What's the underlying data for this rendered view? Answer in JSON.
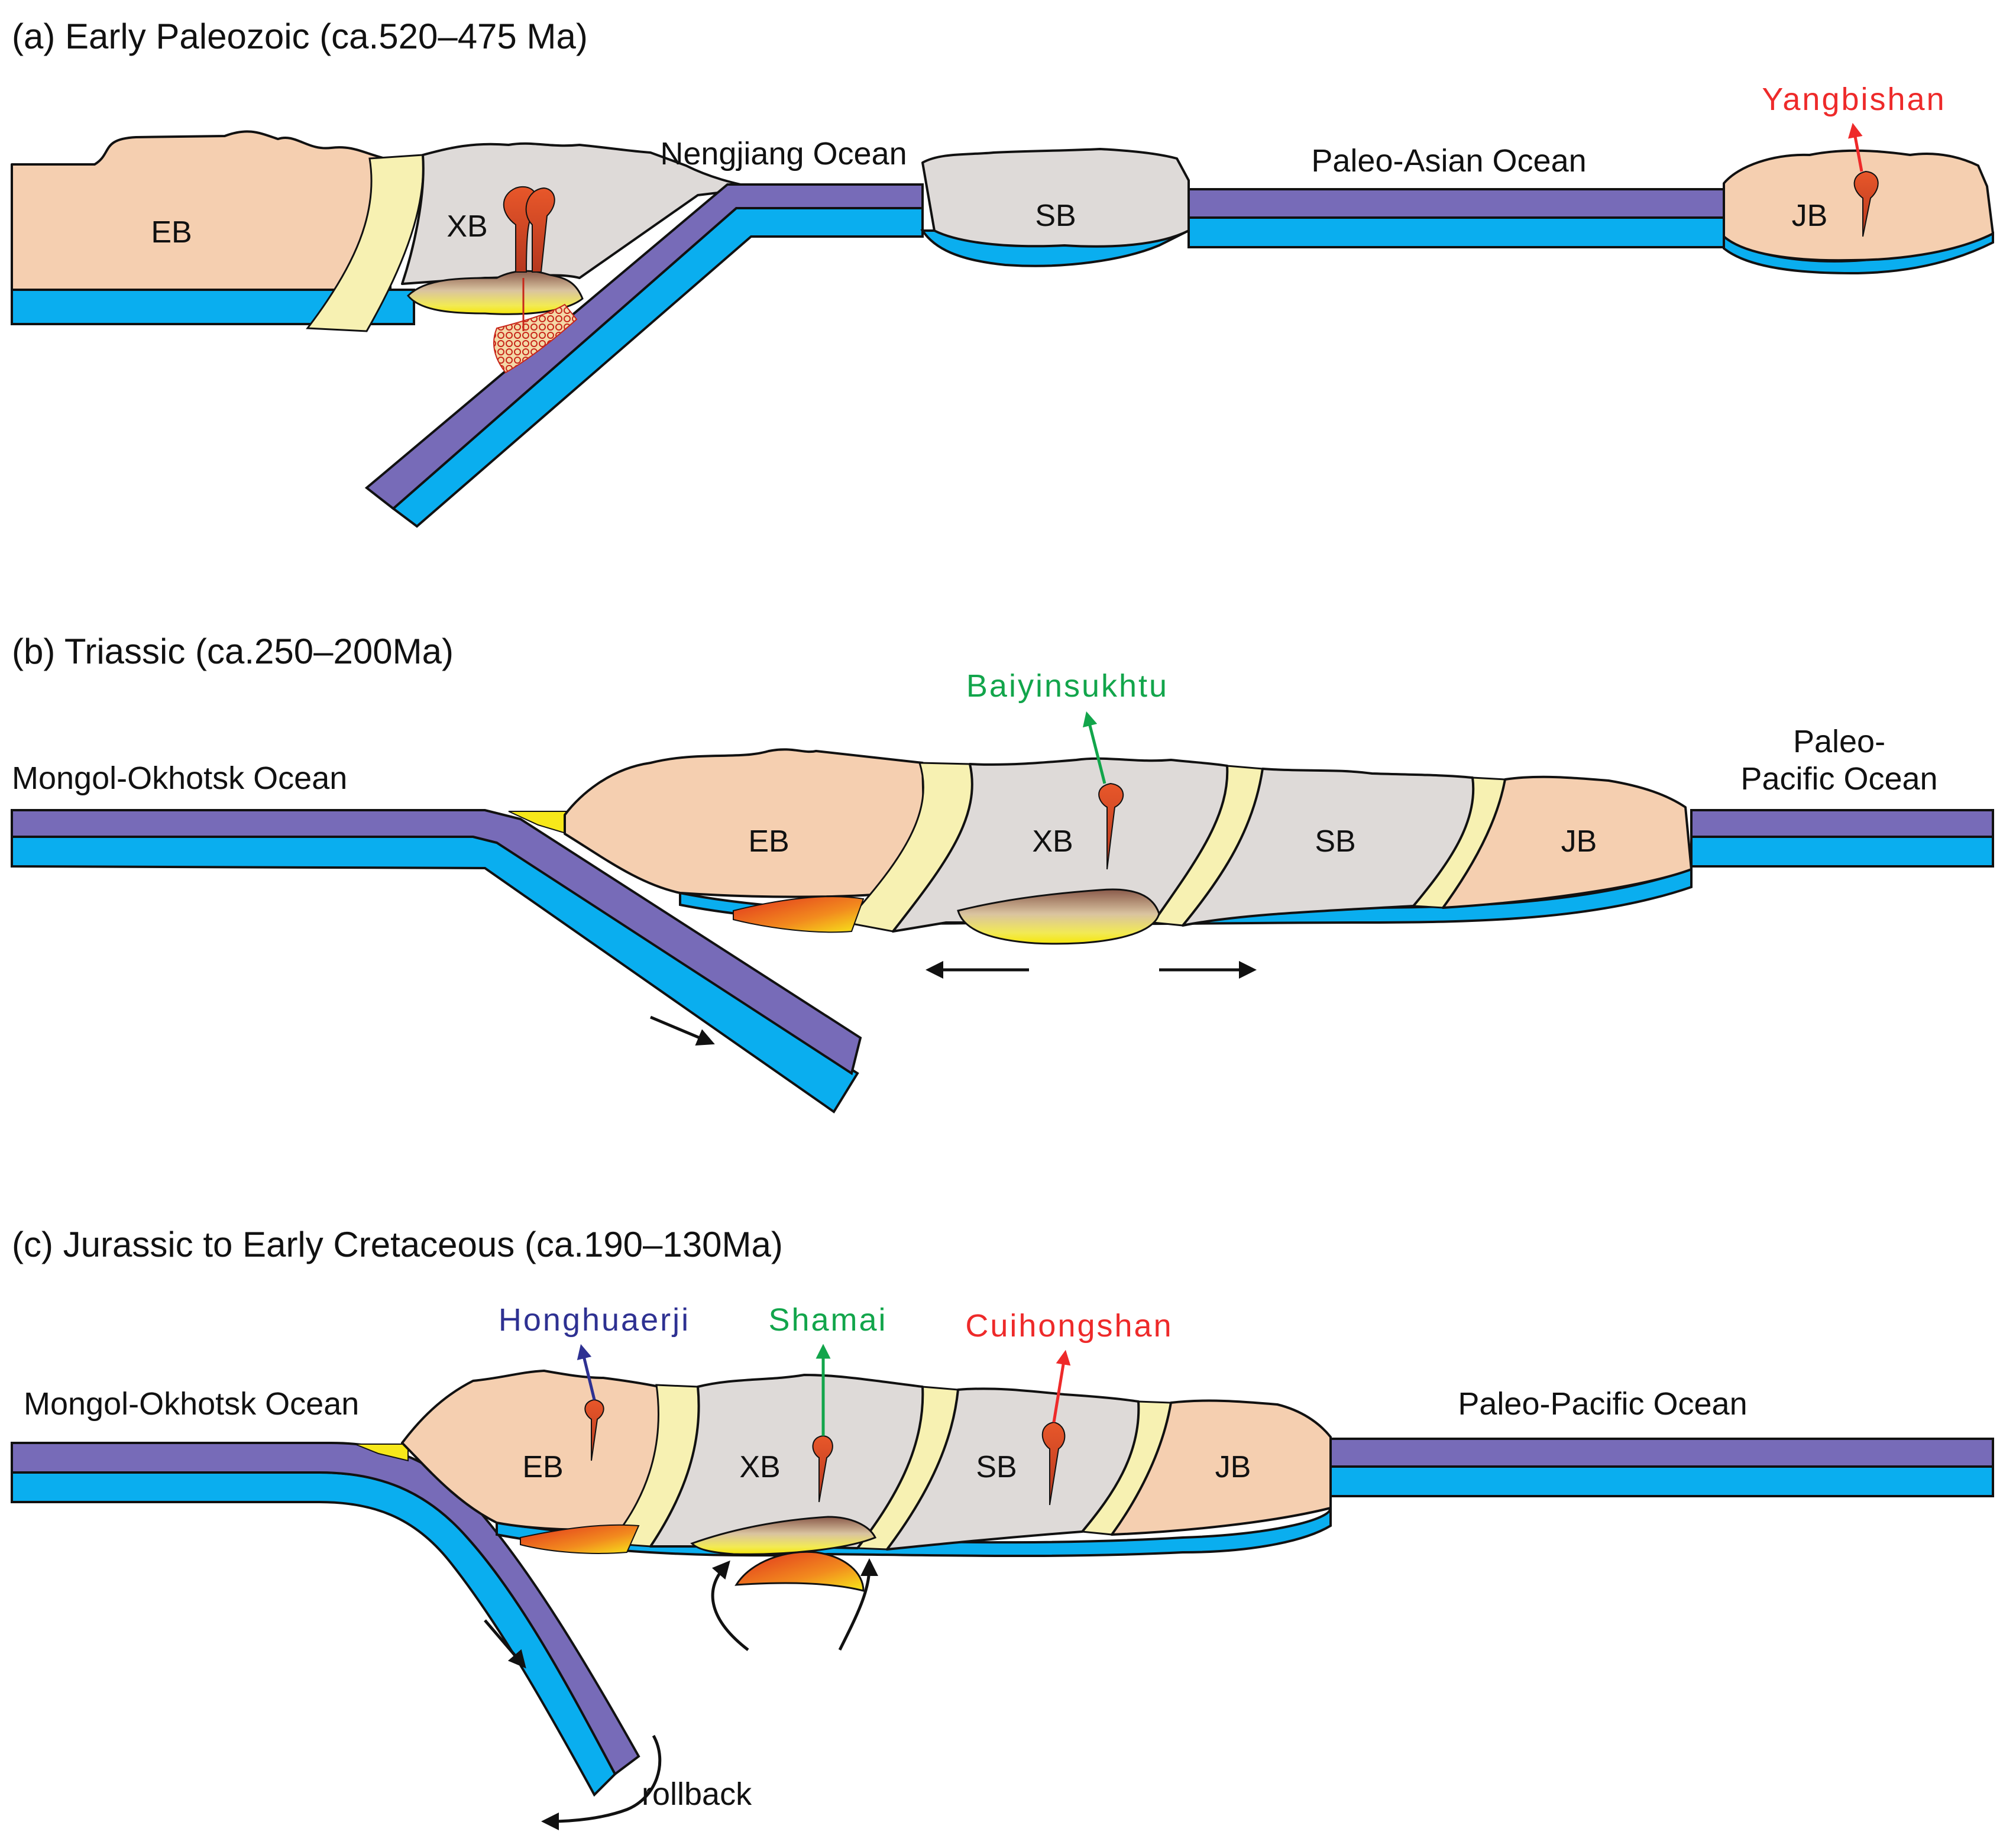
{
  "panels": [
    {
      "title": "(a) Early Paleozoic (ca.520–475 Ma)",
      "blocks": [
        "EB",
        "XB",
        "SB",
        "JB"
      ],
      "oceans": [
        "Nengjiang Ocean",
        "Paleo-Asian Ocean"
      ],
      "deposits": [
        {
          "name": "Yangbishan",
          "color": "#ee2a2a"
        }
      ]
    },
    {
      "title": "(b) Triassic (ca.250–200Ma)",
      "blocks": [
        "EB",
        "XB",
        "SB",
        "JB"
      ],
      "oceans": [
        "Mongol-Okhotsk Ocean",
        "Paleo-",
        "Pacific Ocean"
      ],
      "deposits": [
        {
          "name": "Baiyinsukhtu",
          "color": "#12a54b"
        }
      ]
    },
    {
      "title": "(c) Jurassic to Early Cretaceous (ca.190–130Ma)",
      "blocks": [
        "EB",
        "XB",
        "SB",
        "JB"
      ],
      "oceans": [
        "Mongol-Okhotsk Ocean",
        "Paleo-Pacific Ocean"
      ],
      "deposits": [
        {
          "name": "Honghuaerji",
          "color": "#2e3192"
        },
        {
          "name": "Shamai",
          "color": "#12a54b"
        },
        {
          "name": "Cuihongshan",
          "color": "#ee2a2a"
        }
      ],
      "annotation": "rollback"
    }
  ],
  "colors": {
    "craton": "#f5cfb0",
    "block": "#dedad8",
    "suture": "#f7f1b2",
    "oceanic_crust": "#776bb8",
    "lithosphere": "#0aaeef"
  }
}
